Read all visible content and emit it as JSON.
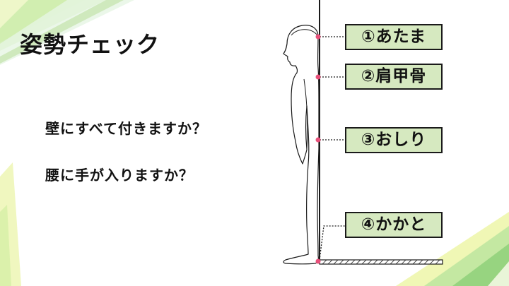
{
  "slide": {
    "title": "姿勢チェック",
    "questions": [
      "壁にすべて付きますか？",
      "腰に手が入りますか？"
    ]
  },
  "checkpoints": [
    {
      "label": "①あたま"
    },
    {
      "label": "②肩甲骨"
    },
    {
      "label": "③おしり"
    },
    {
      "label": "④かかと"
    }
  ],
  "colors": {
    "label_fill": "#d6e9c0",
    "marker": "#e8507a",
    "decor_green": "#a8d98a",
    "decor_yellow": "#f3f7a8"
  }
}
